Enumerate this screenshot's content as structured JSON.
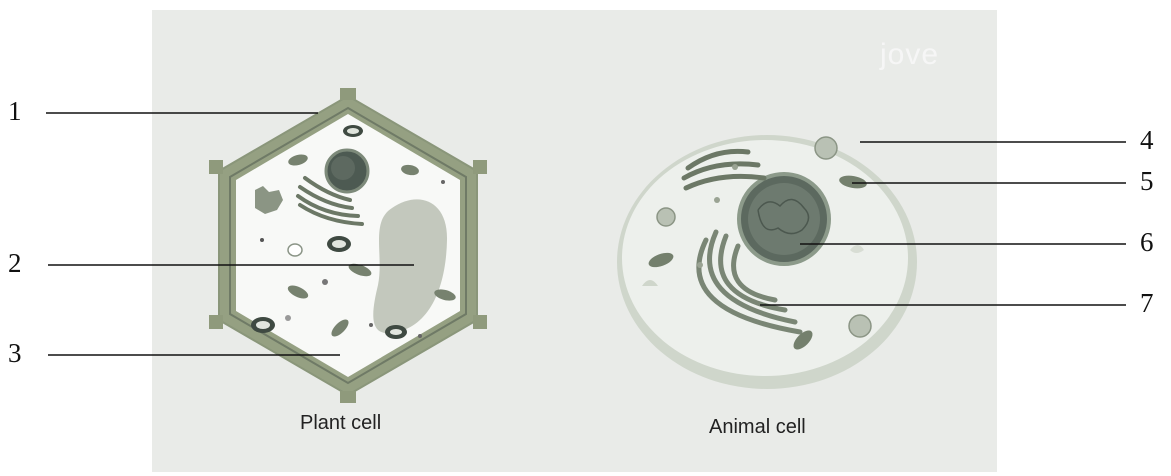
{
  "logo": "jove",
  "captions": {
    "plant": "Plant cell",
    "animal": "Animal cell"
  },
  "labels": [
    "1",
    "2",
    "3",
    "4",
    "5",
    "6",
    "7"
  ]
}
